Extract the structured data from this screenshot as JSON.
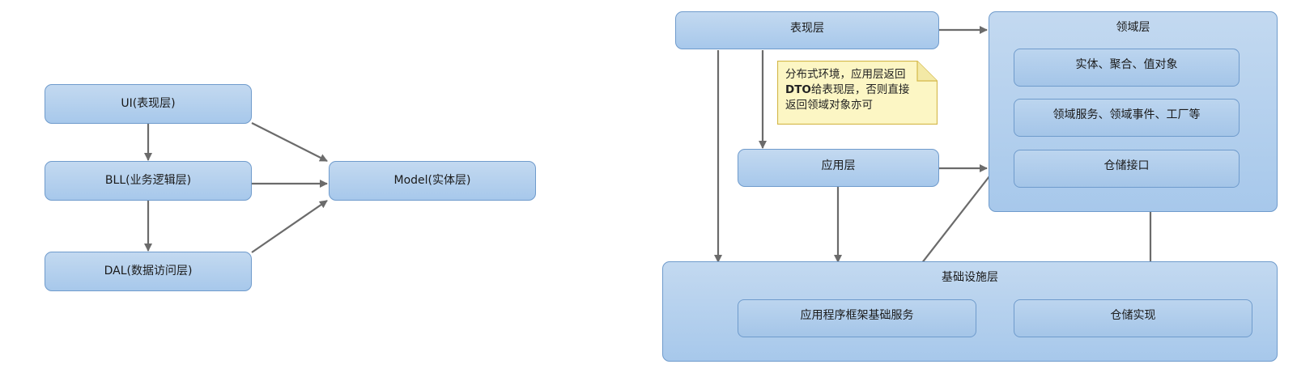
{
  "left_diagram": {
    "ui": "UI(表现层)",
    "bll": "BLL(业务逻辑层)",
    "dal": "DAL(数据访问层)",
    "model": "Model(实体层)"
  },
  "right_diagram": {
    "presentation": "表现层",
    "domain": "领域层",
    "entities": "实体、聚合、值对象",
    "domain_services": "领域服务、领域事件、工厂等",
    "repo_interface": "仓储接口",
    "application": "应用层",
    "infrastructure": "基础设施层",
    "app_framework": "应用程序框架基础服务",
    "repo_impl": "仓储实现",
    "note": {
      "line1": "分布式环境，应用层返回",
      "line2_bold": "DTO",
      "line2_rest": "给表现层，否则直接",
      "line3": "返回领域对象亦可"
    }
  },
  "colors": {
    "box_fill_top": "#c3d9f0",
    "box_fill_bottom": "#a7c8eb",
    "box_border": "#6f9bcc",
    "arrow": "#6b6b6b",
    "note_fill": "#fcf6c4",
    "note_border": "#d4b84a"
  }
}
